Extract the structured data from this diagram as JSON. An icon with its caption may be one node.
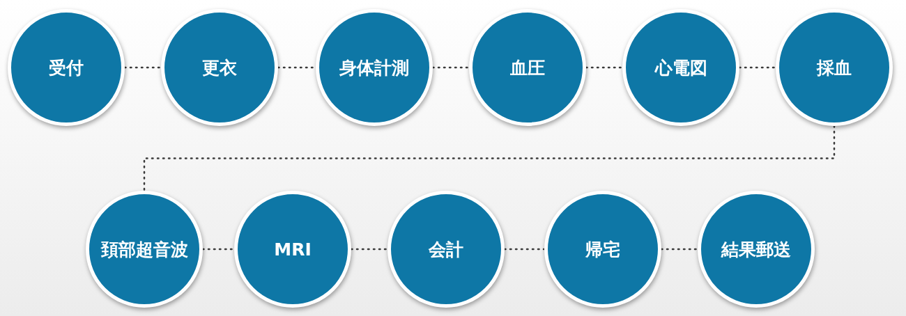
{
  "diagram": {
    "nodes": [
      {
        "text": [
          "受付"
        ]
      },
      {
        "text": [
          "更衣"
        ]
      },
      {
        "text": [
          "身体計測"
        ]
      },
      {
        "text": [
          "血圧"
        ]
      },
      {
        "text": [
          "心電図"
        ]
      },
      {
        "text": [
          "採血"
        ]
      },
      {
        "text": [
          "頚部超音波"
        ]
      },
      {
        "text": [
          "MRI"
        ]
      },
      {
        "text": [
          "会計"
        ]
      },
      {
        "text": [
          "帰宅"
        ]
      },
      {
        "text": [
          "結果郵送"
        ]
      }
    ],
    "edges": [
      {
        "from": 0,
        "to": 1,
        "arrow": "none"
      },
      {
        "from": 1,
        "to": 2,
        "arrow": "none"
      },
      {
        "from": 2,
        "to": 3,
        "arrow": "none"
      },
      {
        "from": 3,
        "to": 4,
        "arrow": "none"
      },
      {
        "from": 4,
        "to": 5,
        "arrow": "none"
      },
      {
        "from": 5,
        "to": 6,
        "arrow": "none"
      },
      {
        "from": 6,
        "to": 7,
        "arrow": "none"
      },
      {
        "from": 7,
        "to": 8,
        "arrow": "none"
      },
      {
        "from": 8,
        "to": 9,
        "arrow": "none"
      },
      {
        "from": 9,
        "to": 10,
        "arrow": "none"
      }
    ]
  }
}
